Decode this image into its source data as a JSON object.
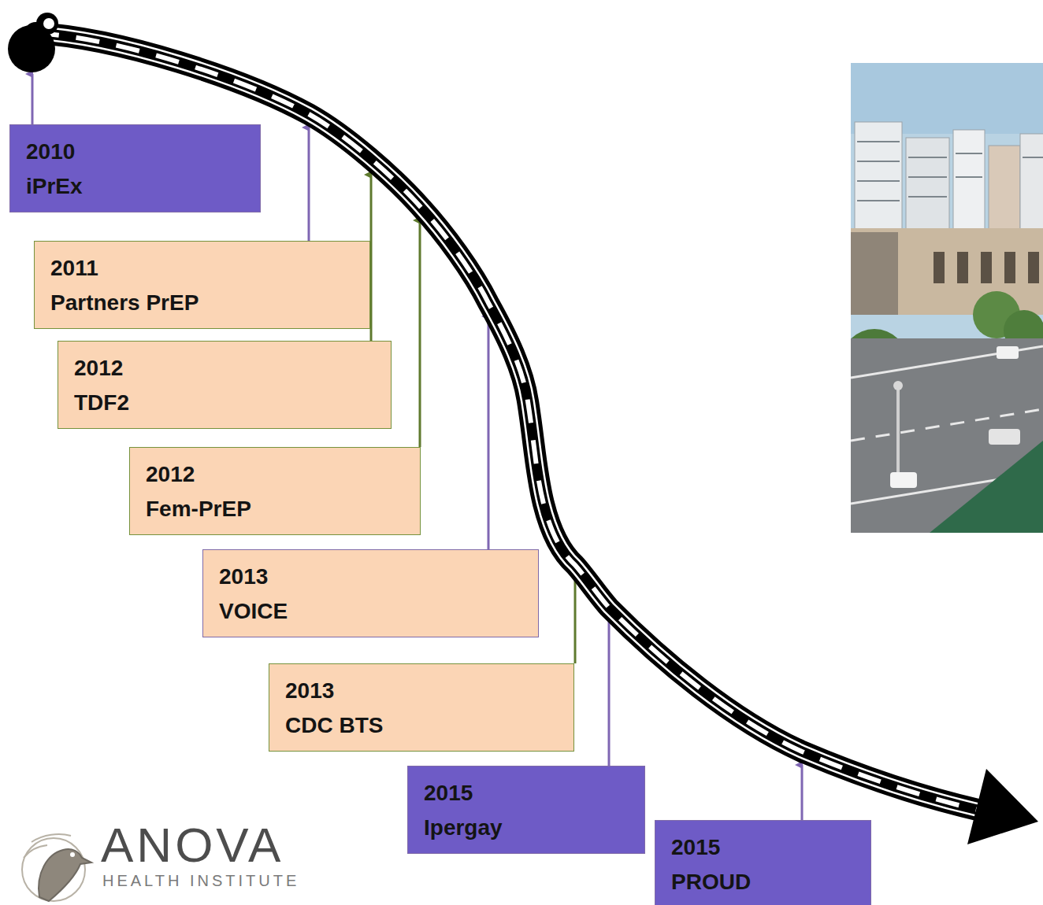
{
  "diagram": {
    "nodes": [
      {
        "text": [
          "2010",
          "iPrEx"
        ]
      },
      {
        "text": [
          "2011",
          "Partners PrEP"
        ]
      },
      {
        "text": [
          "2012",
          "TDF2"
        ]
      },
      {
        "text": [
          "2012",
          "Fem-PrEP"
        ]
      },
      {
        "text": [
          "2013",
          "VOICE"
        ]
      },
      {
        "text": [
          "2013",
          "CDC BTS"
        ]
      },
      {
        "text": [
          "2015",
          "Ipergay"
        ]
      },
      {
        "text": [
          "2015",
          "PROUD"
        ]
      }
    ],
    "labels": [
      "ANOVA",
      "HEALTH INSTITUTE"
    ]
  }
}
